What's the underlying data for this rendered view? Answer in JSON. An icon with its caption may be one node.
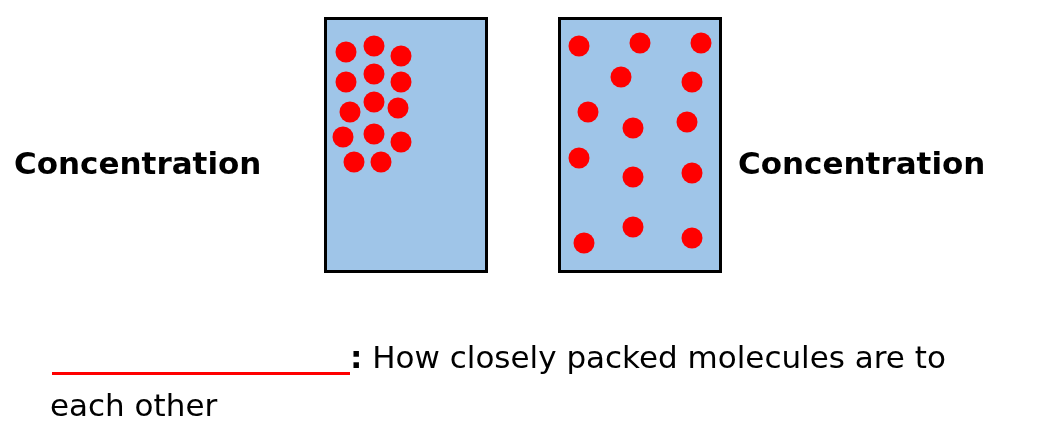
{
  "diagram": {
    "nodes": [
      {
        "text": [],
        "shape": "box"
      },
      {
        "text": [],
        "shape": "box"
      }
    ],
    "labels": [
      "Concentration",
      "Concentration",
      "**:** How closely packed molecules are to each other"
    ]
  }
}
